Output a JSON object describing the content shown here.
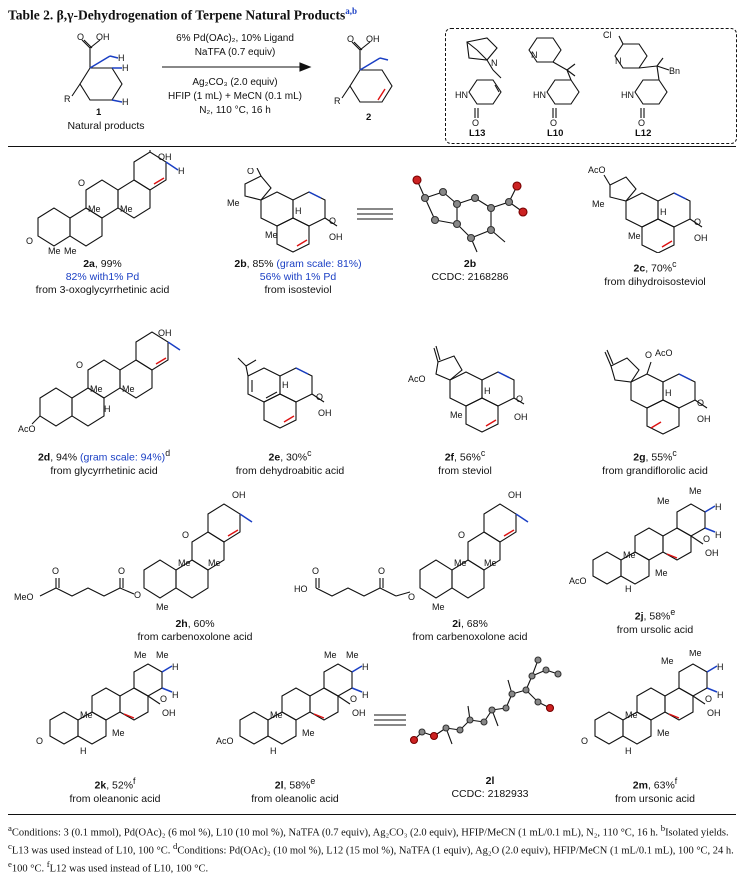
{
  "title": {
    "text": "Table 2. β,γ-Dehydrogenation of Terpene Natural Products",
    "superscript": "a,b"
  },
  "scheme": {
    "substrate_label": "1",
    "substrate_caption": "Natural products",
    "product_label": "2",
    "conditions": [
      "6% Pd(OAc)₂, 10% Ligand",
      "NaTFA (0.7 equiv)",
      "Ag₂CO₃ (2.0 equiv)",
      "HFIP (1 mL) + MeCN (0.1 mL)",
      "N₂, 110 °C, 16 h"
    ],
    "ligands": [
      "L13",
      "L10",
      "L12"
    ],
    "ligand_atoms": {
      "cl": "Cl",
      "bn": "Bn",
      "hn": "HN",
      "o": "O",
      "n": "N"
    }
  },
  "atoms": {
    "oh": "OH",
    "o": "O",
    "h": "H",
    "me": "Me",
    "r": "R",
    "aco": "AcO",
    "meo": "MeO",
    "ho": "HO"
  },
  "entries": [
    {
      "id": "2a",
      "yield": ", 99%",
      "blue": "82% with1% Pd",
      "source": "from 3-oxoglycyrrhetinic acid"
    },
    {
      "id": "2b",
      "yield": ", 85% ",
      "blue": "(gram scale: 81%)",
      "blue2": "56% with 1% Pd",
      "source": "from isosteviol"
    },
    {
      "id": "2b",
      "ccdc": "CCDC: 2168286"
    },
    {
      "id": "2c",
      "yield": ", 70%",
      "sup": "c",
      "source": "from dihydroisosteviol"
    },
    {
      "id": "2d",
      "yield": ", 94% ",
      "blue": "(gram scale: 94%)",
      "sup": "d",
      "source": "from glycyrrhetinic acid"
    },
    {
      "id": "2e",
      "yield": ", 30%",
      "sup": "c",
      "source": "from dehydroabitic acid"
    },
    {
      "id": "2f",
      "yield": ", 56%",
      "sup": "c",
      "source": "from steviol"
    },
    {
      "id": "2g",
      "yield": ", 55%",
      "sup": "c",
      "source": "from grandiflorolic acid"
    },
    {
      "id": "2h",
      "yield": ", 60%",
      "source": "from carbenoxolone acid"
    },
    {
      "id": "2i",
      "yield": ", 68%",
      "source": "from carbenoxolone acid"
    },
    {
      "id": "2j",
      "yield": ", 58%",
      "sup": "e",
      "source": "from ursolic acid"
    },
    {
      "id": "2k",
      "yield": ", 52%",
      "sup": "f",
      "source": "from oleanonic acid"
    },
    {
      "id": "2l",
      "yield": ", 58%",
      "sup": "e",
      "source": "from oleanolic acid"
    },
    {
      "id": "2l",
      "ccdc": "CCDC: 2182933"
    },
    {
      "id": "2m",
      "yield": ", 63%",
      "sup": "f",
      "source": "from ursonic acid"
    }
  ],
  "footnote": {
    "a": "Conditions: 3 (0.1 mmol), Pd(OAc)₂ (6 mol %), L10 (10 mol %), NaTFA (0.7 equiv), Ag₂CO₃ (2.0 equiv), HFIP/MeCN (1 mL/0.1 mL), N₂, 110 °C, 16 h.",
    "b": "Isolated yields.",
    "c": "L13 was used instead of L10, 100 °C.",
    "d": "Conditions: Pd(OAc)₂ (10 mol %), L12 (15 mol %), NaTFA (1 equiv), Ag₂O (2.0 equiv), HFIP/MeCN (1 mL/0.1 mL), 100 °C, 24 h.",
    "e": "100 °C.",
    "f": "L12 was used instead of L10, 100 °C."
  },
  "colors": {
    "highlight_blue": "#1a3fc4",
    "new_double_bond": "#d11111",
    "text": "#111111"
  }
}
